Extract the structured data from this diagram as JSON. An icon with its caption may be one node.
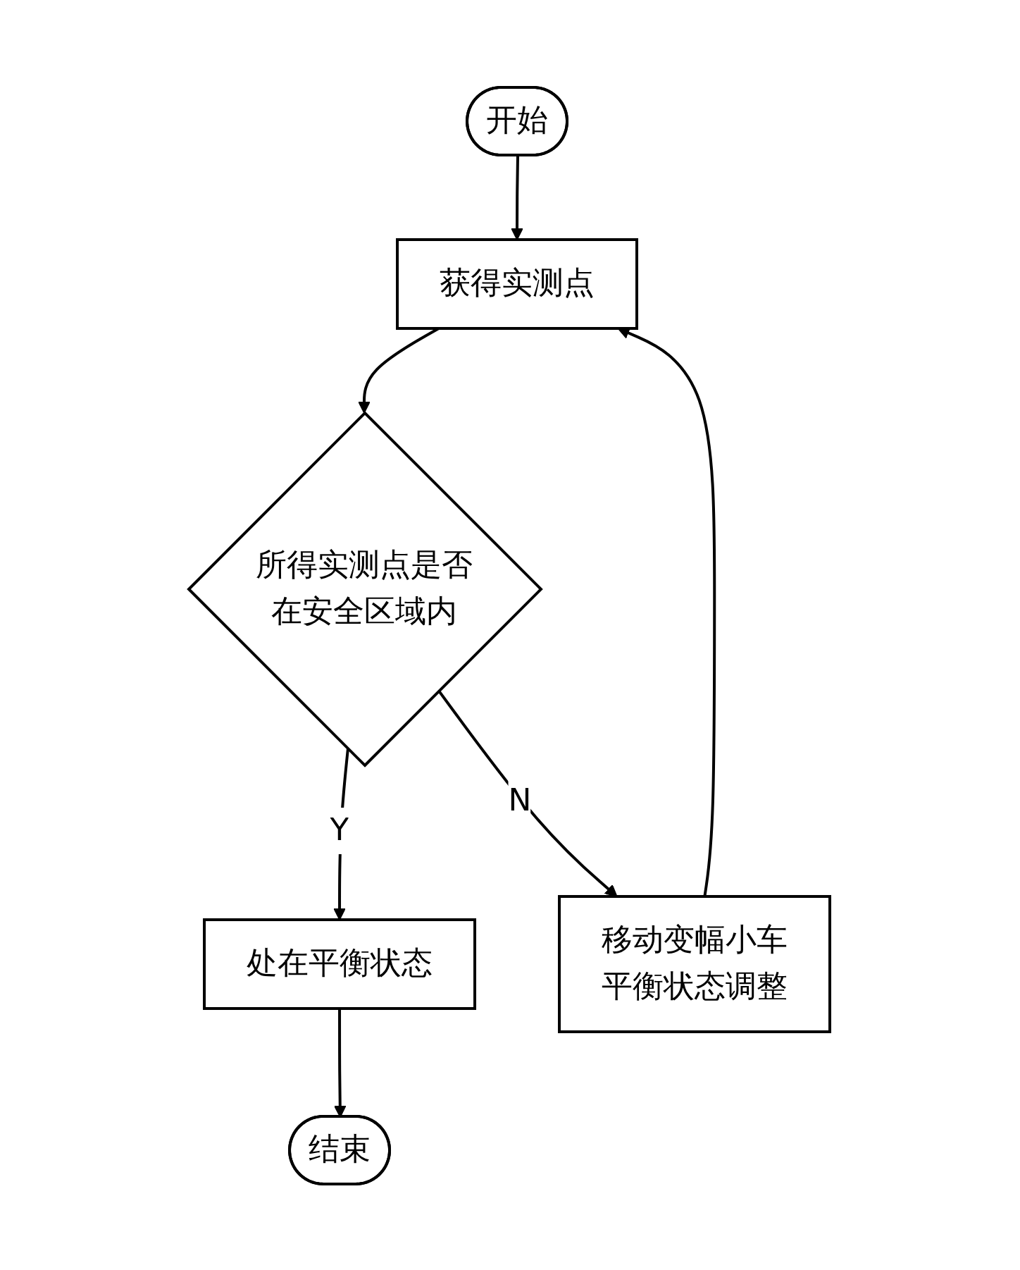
{
  "diagram": {
    "nodes": [
      {
        "text": [
          "开始"
        ]
      },
      {
        "text": [
          "获得实测点"
        ]
      },
      {
        "text": [
          "所得实测点是否在安全区域内"
        ]
      },
      {
        "text": [
          "处在平衡状态"
        ]
      },
      {
        "text": [
          "结束"
        ]
      },
      {
        "text": [
          "移动变幅小车平衡状态调整"
        ]
      }
    ],
    "edges": [
      {
        "from": 0,
        "to": 1,
        "arrow": "to"
      },
      {
        "from": 1,
        "to": 2,
        "arrow": "to"
      },
      {
        "from": 2,
        "to": 3,
        "label": "Y",
        "arrow": "to"
      },
      {
        "from": 3,
        "to": 4,
        "arrow": "to"
      },
      {
        "from": 2,
        "to": 5,
        "label": "N",
        "arrow": "to"
      },
      {
        "from": 5,
        "to": 1,
        "arrow": "to"
      }
    ]
  }
}
